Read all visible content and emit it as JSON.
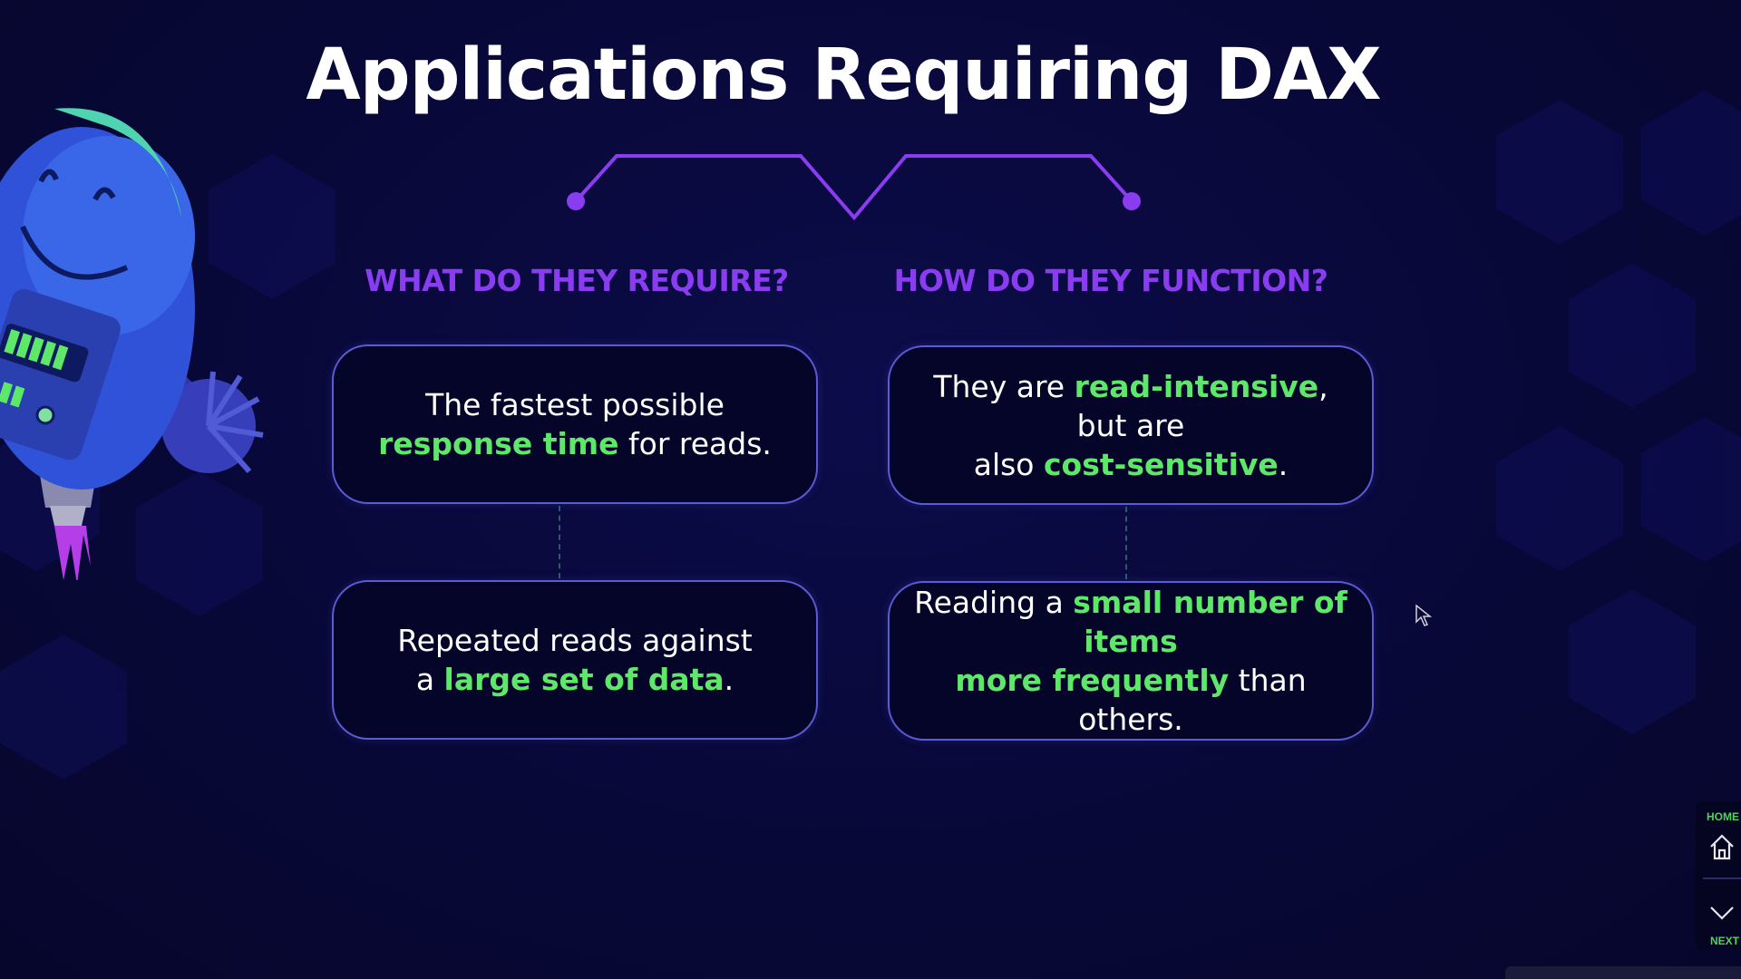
{
  "title": "Applications Requiring DAX",
  "columns": [
    {
      "heading": "WHAT DO THEY REQUIRE?",
      "cards": [
        {
          "parts": [
            {
              "text": "The fastest possible",
              "hl": false,
              "br": true
            },
            {
              "text": "response time",
              "hl": true
            },
            {
              "text": " for reads.",
              "hl": false
            }
          ]
        },
        {
          "parts": [
            {
              "text": "Repeated reads against",
              "hl": false,
              "br": true
            },
            {
              "text": "a ",
              "hl": false
            },
            {
              "text": "large set of data",
              "hl": true
            },
            {
              "text": ".",
              "hl": false
            }
          ]
        }
      ]
    },
    {
      "heading": "HOW DO THEY FUNCTION?",
      "cards": [
        {
          "parts": [
            {
              "text": "They are ",
              "hl": false
            },
            {
              "text": "read-intensive",
              "hl": true
            },
            {
              "text": ", but are",
              "hl": false,
              "br": true
            },
            {
              "text": "also ",
              "hl": false
            },
            {
              "text": "cost-sensitive",
              "hl": true
            },
            {
              "text": ".",
              "hl": false
            }
          ]
        },
        {
          "parts": [
            {
              "text": "Reading a ",
              "hl": false
            },
            {
              "text": "small number of items",
              "hl": true,
              "br": true
            },
            {
              "text": "more frequently",
              "hl": true
            },
            {
              "text": " than others.",
              "hl": false
            }
          ]
        }
      ]
    }
  ],
  "nav": {
    "home_label": "HOME",
    "next_label": "NEXT"
  },
  "colors": {
    "accent_purple": "#8a3cf0",
    "highlight_green": "#5ee86a",
    "card_border": "#5b5bd6"
  },
  "icons": {
    "home": "home-icon",
    "next": "chevron-down-icon",
    "cursor": "mouse-pointer-icon"
  }
}
